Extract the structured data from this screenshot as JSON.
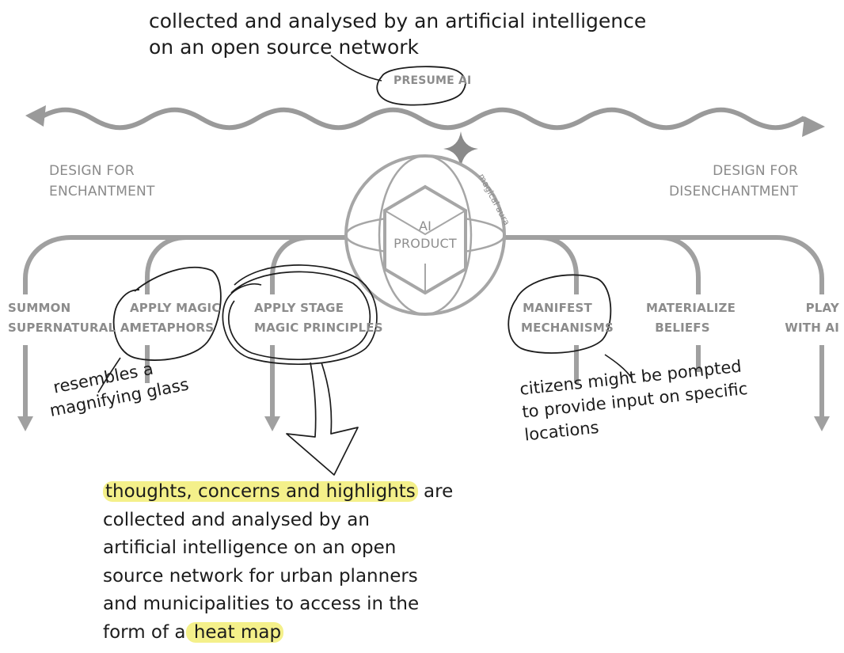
{
  "top_note": {
    "line1": "collected and analysed by an artificial intelligence",
    "line2": "on an open source network"
  },
  "presume_label": "PRESUME AI",
  "left_heading": {
    "line1": "DESIGN FOR",
    "line2": "ENCHANTMENT"
  },
  "right_heading": {
    "line1": "DESIGN FOR",
    "line2": "DISENCHANTMENT"
  },
  "center": {
    "line1": "AI",
    "line2": "PRODUCT",
    "aura": "magical aura"
  },
  "branches": [
    {
      "line1": "SUMMON",
      "line2": "SUPERNATURAL AI"
    },
    {
      "line1": "APPLY MAGIC",
      "line2": "METAPHORS"
    },
    {
      "line1": "APPLY STAGE",
      "line2": "MAGIC PRINCIPLES"
    },
    {
      "line1": "MANIFEST",
      "line2": "MECHANISMS"
    },
    {
      "line1": "MATERIALIZE",
      "line2": "BELIEFS"
    },
    {
      "line1": "PLAY",
      "line2": "WITH AI"
    }
  ],
  "note_left": {
    "line1": "resembles a",
    "line2": "magnifying glass"
  },
  "note_right": {
    "line1": "citizens might be pompted",
    "line2": "to provide input on specific",
    "line3": "locations"
  },
  "note_bottom": {
    "line1_highlight": "thoughts, concerns and highlights",
    "line1_rest": " are",
    "line2": "collected and analysed by an",
    "line3": "artificial intelligence on an open",
    "line4": "source network for urban planners",
    "line5": "and municipalities to access in the",
    "line6_pre": "form of a",
    "line6_highlight": " heat map"
  },
  "colors": {
    "line": "#9a9a9a",
    "ink": "#1c1c1c",
    "highlight": "#f4f08a",
    "label": "#8c8c8c"
  }
}
